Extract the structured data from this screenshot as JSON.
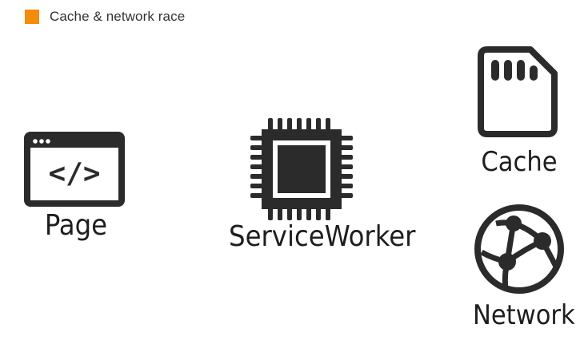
{
  "header": {
    "title": "Cache & network race",
    "accent_color": "#f58a0b"
  },
  "icon_color": "#2b2b2b",
  "nodes": {
    "page": {
      "label": "Page",
      "icon": "browser-code-icon",
      "code_text": "</>"
    },
    "service_worker": {
      "label": "ServiceWorker",
      "icon": "cpu-chip-icon"
    },
    "cache": {
      "label": "Cache",
      "icon": "sd-card-icon"
    },
    "network": {
      "label": "Network",
      "icon": "globe-network-icon"
    }
  }
}
